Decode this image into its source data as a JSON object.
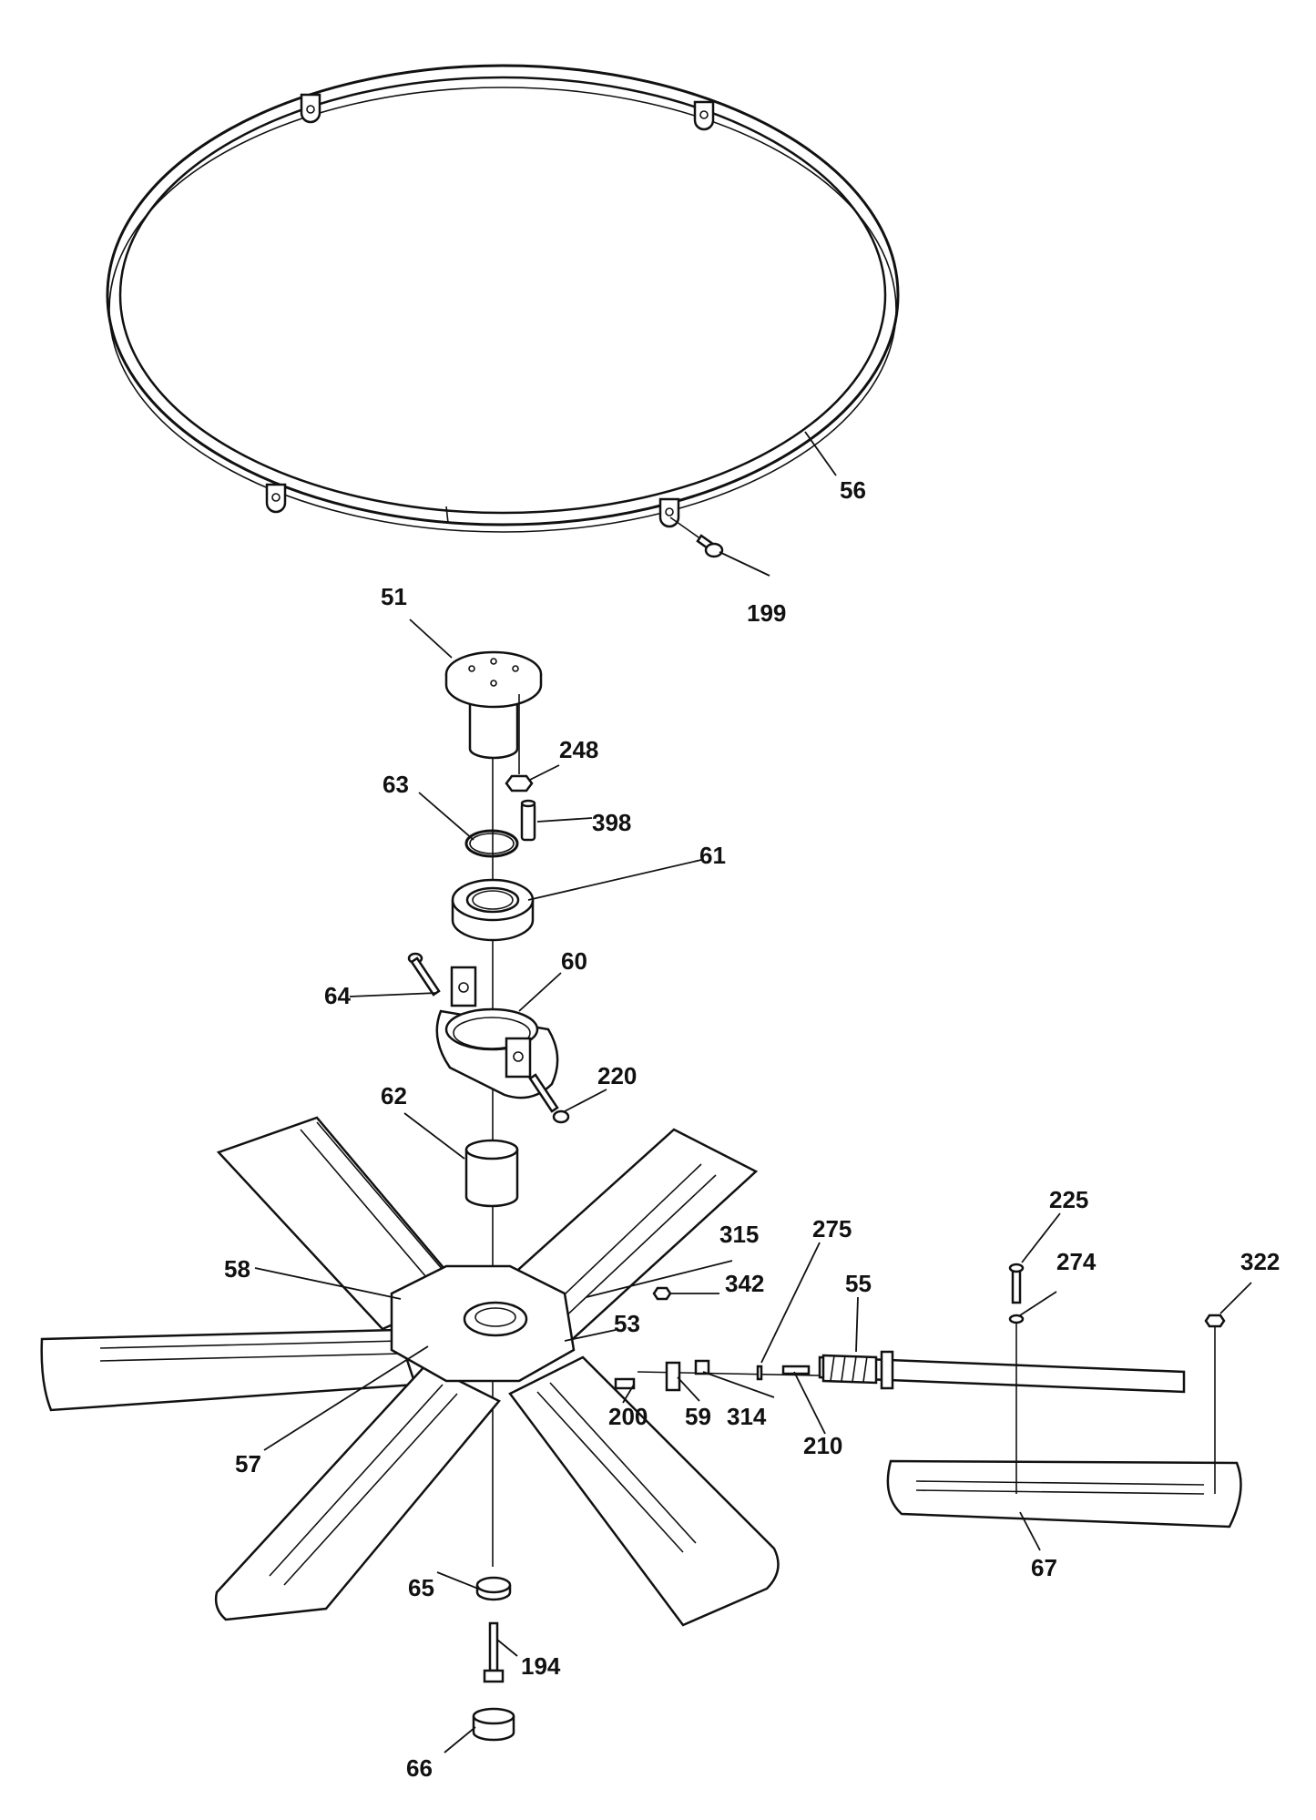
{
  "diagram": {
    "callouts": {
      "c51": "51",
      "c56": "56",
      "c199": "199",
      "c248": "248",
      "c63": "63",
      "c398": "398",
      "c61": "61",
      "c60": "60",
      "c64": "64",
      "c220": "220",
      "c62": "62",
      "c225": "225",
      "c274": "274",
      "c322": "322",
      "c275": "275",
      "c55": "55",
      "c315": "315",
      "c342": "342",
      "c58": "58",
      "c53": "53",
      "c200": "200",
      "c59": "59",
      "c314": "314",
      "c210": "210",
      "c57": "57",
      "c65": "65",
      "c67": "67",
      "c194": "194",
      "c66": "66"
    }
  }
}
